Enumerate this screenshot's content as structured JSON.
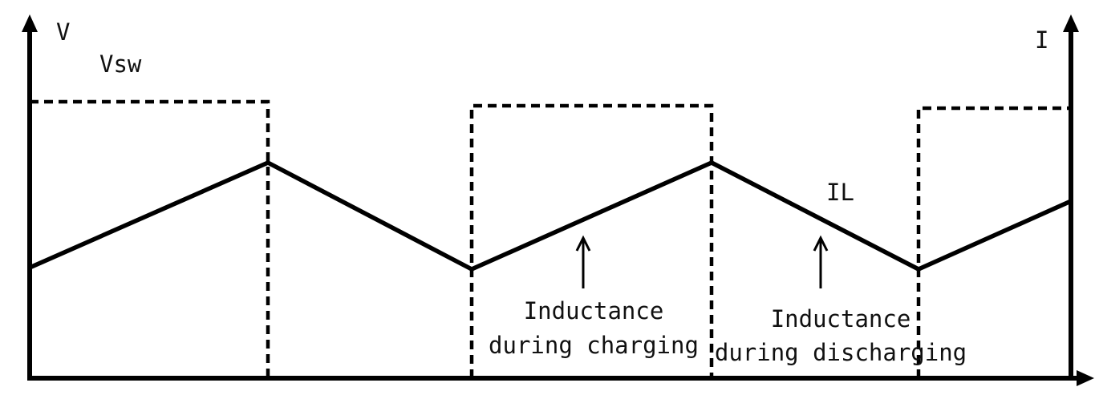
{
  "labels": {
    "y_left": "V",
    "y_right": "I",
    "switch_voltage": "Vsw",
    "inductor_current": "IL",
    "charging_line1": "Inductance",
    "charging_line2": "during charging",
    "discharging_line1": "Inductance",
    "discharging_line2": "during discharging"
  }
}
